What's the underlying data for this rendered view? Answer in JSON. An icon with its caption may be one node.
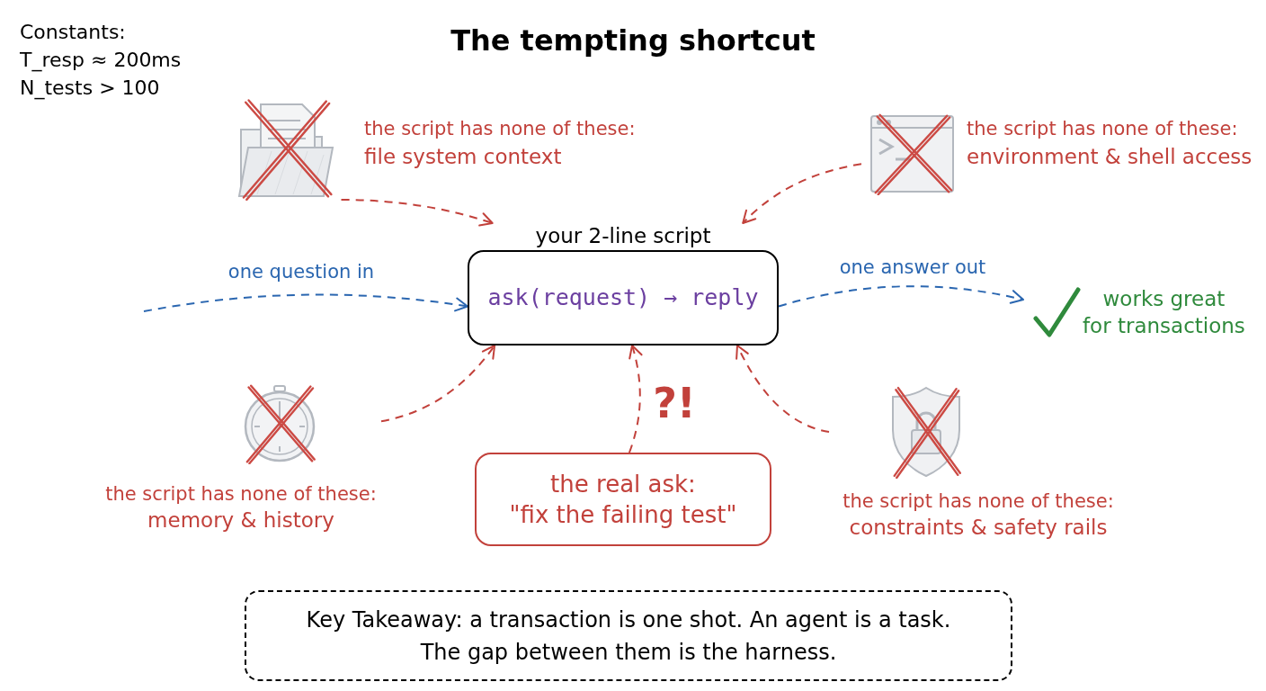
{
  "diagram": {
    "title": "The tempting shortcut",
    "nodes": [
      {
        "text": [
          "the script has none of these:",
          "file system context"
        ]
      },
      {
        "text": [
          "the script has none of these:",
          "environment & shell access"
        ]
      },
      {
        "text": [
          "your 2-line script",
          "ask(request) → reply"
        ]
      },
      {
        "text": [
          "works great for transactions"
        ]
      },
      {
        "text": [
          "the script has none of these:",
          "memory & history"
        ]
      },
      {
        "text": [
          "the real ask:",
          "\"fix the failing test\""
        ]
      },
      {
        "text": [
          "the script has none of these:",
          "constraints & safety rails"
        ]
      },
      {
        "text": [
          "Key Takeaway: a transaction is one shot. An agent is a task. The gap between them is the harness."
        ]
      }
    ],
    "edges": [
      {
        "from": null,
        "to": 2,
        "arrow": "to",
        "label": "one question in",
        "style": "dashed",
        "color": "#2a66b0"
      },
      {
        "from": 2,
        "to": 3,
        "arrow": "to",
        "label": "one answer out",
        "style": "dashed",
        "color": "#2a66b0"
      },
      {
        "from": 0,
        "to": 2,
        "arrow": "to",
        "style": "dashed"
      },
      {
        "from": 1,
        "to": 2,
        "arrow": "to",
        "style": "dashed"
      },
      {
        "from": 4,
        "to": 2,
        "arrow": "to",
        "style": "dashed"
      },
      {
        "from": 6,
        "to": 2,
        "arrow": "to",
        "style": "dashed"
      },
      {
        "from": 5,
        "to": 2,
        "arrow": "to",
        "label": "?!",
        "style": "dashed"
      }
    ],
    "labels": [
      "Constants:",
      "T_resp ≈ 200ms",
      "N_tests > 100"
    ]
  }
}
